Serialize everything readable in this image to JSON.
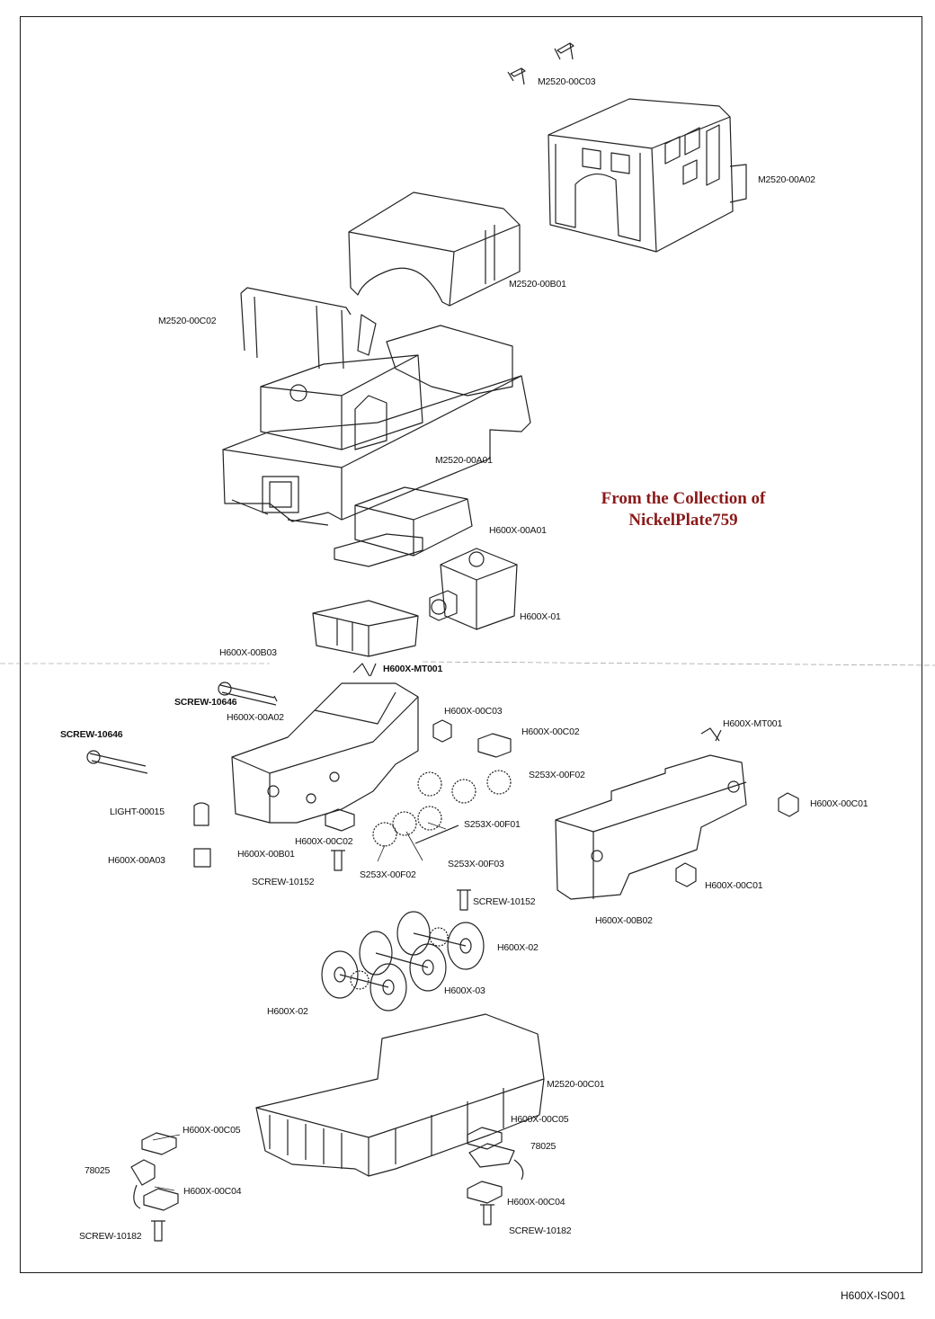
{
  "watermark": {
    "line1": "From the Collection of",
    "line2": "NickelPlate759"
  },
  "doc_id": "H600X-IS001",
  "labels": {
    "m2520_00c03": "M2520-00C03",
    "m2520_00a02": "M2520-00A02",
    "m2520_00b01": "M2520-00B01",
    "m2520_00c02": "M2520-00C02",
    "m2520_00a01": "M2520-00A01",
    "h600x_00a01": "H600X-00A01",
    "h600x_01": "H600X-01",
    "h600x_00b03": "H600X-00B03",
    "h600x_mt001_a": "H600X-MT001",
    "screw_10646_a": "SCREW-10646",
    "h600x_00a02": "H600X-00A02",
    "h600x_00c03": "H600X-00C03",
    "h600x_00c02_a": "H600X-00C02",
    "h600x_mt001_b": "H600X-MT001",
    "screw_10646_b": "SCREW-10646",
    "s253x_00f02_a": "S253X-00F02",
    "h600x_00c01_a": "H600X-00C01",
    "light_00015": "LIGHT-00015",
    "s253x_00f01": "S253X-00F01",
    "h600x_00c02_b": "H600X-00C02",
    "h600x_00b01": "H600X-00B01",
    "h600x_00a03": "H600X-00A03",
    "s253x_00f03": "S253X-00F03",
    "s253x_00f02_b": "S253X-00F02",
    "h600x_00c01_b": "H600X-00C01",
    "screw_10152_a": "SCREW-10152",
    "screw_10152_b": "SCREW-10152",
    "h600x_00b02": "H600X-00B02",
    "h600x_02_a": "H600X-02",
    "h600x_03": "H600X-03",
    "h600x_02_b": "H600X-02",
    "m2520_00c01": "M2520-00C01",
    "h600x_00c05_a": "H600X-00C05",
    "h600x_00c05_b": "H600X-00C05",
    "n78025_a": "78025",
    "n78025_b": "78025",
    "h600x_00c04_a": "H600X-00C04",
    "h600x_00c04_b": "H600X-00C04",
    "screw_10182_a": "SCREW-10182",
    "screw_10182_b": "SCREW-10182"
  }
}
